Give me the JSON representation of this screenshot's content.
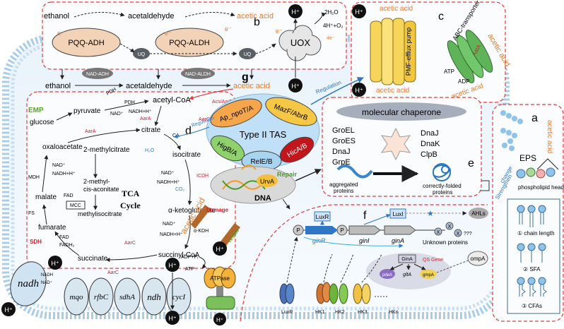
{
  "panels": {
    "a": {
      "label": "a",
      "eps": "EPS",
      "acetic_acid": "acetic acid",
      "phospholipid_head": "phospholipid head",
      "change": "change",
      "strengthen": "Strengthen",
      "chain_length": "① chain length",
      "sfa": "② SFA",
      "cfas": "③ CFAs"
    },
    "b": {
      "label": "b",
      "ethanol": "ethanol",
      "acetaldehyde": "acetaldehyde",
      "acetic_acid": "acetic acid",
      "pqq_adh": "PQQ-ADH",
      "pqq_aldh": "PQQ-ALDH",
      "uq": "UQ",
      "uox": "UOX",
      "electron": "e⁻",
      "water": "2H₂O",
      "proton_oxygen": "4H⁺+O₂",
      "four_e": "4e⁻"
    },
    "c": {
      "label": "c",
      "pump": "PMF-efflux pump",
      "acetic_acid_top": "acetic acid",
      "acetic_acid_bottom": "acetic acid",
      "abc": "ABC-transporter",
      "atp": "ATP",
      "adp": "ADP",
      "aata": "AatA",
      "acetic_acid_right": "acetic acid",
      "acetic_acid_lower": "acetic acid"
    },
    "d": {
      "label": "d",
      "ethanol": "ethanol",
      "nad_adh": "NAD-ADH",
      "nad_aldh": "NAD-ALDH",
      "acetaldehyde": "acetaldehyde",
      "acetic_acid": "acetic acid",
      "acetyl_coa": "acetyl-CoA",
      "emp": "EMP",
      "glucose": "glucose",
      "pyruvate": "pyruvate",
      "pdh1": "PDH",
      "pdh2": "PDH",
      "nad_plus": "NAD⁺",
      "nadh": "NADH+H⁺",
      "aara_top": "AarA",
      "aara_mid": "AarA",
      "citrate": "citrate",
      "ca": "CA",
      "water": "H₂O",
      "isocitrate": "isocitrate",
      "icdh": "ICDH",
      "nad_icdh": "NAD⁺",
      "nadh_icdh": "NADH+H⁺",
      "co2": "CO₂",
      "akg": "α-ketoglutarate",
      "nad_akdh": "NAD⁺",
      "nadh_akdh": "NADH+H⁺",
      "akdh": "α-KDH",
      "succinyl_coa": "succinyl-CoA",
      "succinate": "succinate",
      "aarc_mid": "AarC",
      "aarc_bottom": "AarC",
      "aarc_top": "AarC",
      "fumarate": "fumarate",
      "sdh": "SDH",
      "fad": "FAD",
      "fadh": "FADH₂",
      "malate": "malate",
      "fs": "FS",
      "oxaloacetate": "oxaloacetate",
      "mdh": "MDH",
      "nad_mdh": "NAD⁺",
      "nadh_mdh": "NADH+H⁺",
      "methylcitrate": "2-methylcitrate",
      "mcc": "MCC",
      "fad2": "FAD",
      "methyl_aconitate": "2-methyl-\ncis-aconitate",
      "methylisocitrate": "methylisocitrate",
      "tca": "TCA",
      "cycle": "Cycle",
      "acs_aarb": "Acs/AarB"
    },
    "e": {
      "label": "e",
      "title": "molecular chaperone",
      "list1": [
        "GroEL",
        "GroES",
        "DnaJ",
        "GrpE"
      ],
      "list2": [
        "DnaJ",
        "DnaK",
        "ClpB"
      ],
      "aggregated": "aggregated\nproteins",
      "folded": "correctly-folded\nproteins"
    },
    "f": {
      "label": "f",
      "luxr": "LuxR",
      "luxi": "LuxI",
      "p1": "P",
      "p2": "P",
      "ginr": "ginR",
      "gini": "ginI",
      "gina": "ginA",
      "ahls": "AHLs",
      "unknown": "Unknown proteins",
      "x": "X",
      "qmarks": "???",
      "gina_box": "GinA",
      "qs_gene": "QS Gene",
      "pdeA": "pdeA",
      "glta": "gltA",
      "gmpA": "gmpA",
      "ompa": "ompA",
      "receptors": [
        "LuxR",
        "HK1",
        "HK2",
        "HK3",
        "HKn"
      ]
    },
    "g": {
      "label": "g",
      "title": "Type II TAS",
      "items": [
        "Ap_npoT/A",
        "MazF/AbrB",
        "HigB/A",
        "RelE/B",
        "HicA/B"
      ],
      "regulation_left": "Regulation",
      "regulation_right": "Regulation"
    },
    "dna": {
      "label": "DNA",
      "urva": "UrvA",
      "repair": "Repair",
      "damage": "Damage",
      "resist": "resist",
      "acetic_acid": "acetic acid"
    },
    "membrane": {
      "nadh": "nadh",
      "nadh_text": "NADH",
      "nad": "NAD⁺",
      "proteins": [
        "mqo",
        "rfbC",
        "sdhA",
        "ndh",
        "cycI"
      ],
      "atpase": "ATPase",
      "adp_pi": "ADP+Pᵢ",
      "atp": "ATP",
      "hplus": "H⁺"
    }
  },
  "colors": {
    "dash_red": "#e8393a",
    "acetic_orange": "#ea7a2a",
    "enzyme_red": "#d3202a",
    "emp_green": "#5aa02c",
    "regulation_blue": "#2f77c4",
    "membrane_blue": "#9ec6e6"
  }
}
